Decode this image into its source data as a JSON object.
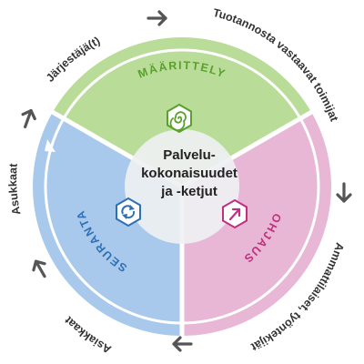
{
  "diagram": {
    "center": {
      "lines": [
        "Palvelu-",
        "kokonaisuudet",
        "ja -ketjut"
      ]
    },
    "segments": {
      "top": {
        "title": "MÄÄRITTELY",
        "color": "#b9dd98",
        "text_color": "#5aa02c",
        "icon": "spiral-icon"
      },
      "right": {
        "title": "OHJAUS",
        "color": "#e8b7d5",
        "text_color": "#c0307e",
        "icon": "arrow-up-right-icon"
      },
      "left": {
        "title": "SEURANTA",
        "color": "#a9c9ec",
        "text_color": "#2f6fb4",
        "icon": "cycle-arrows-icon"
      }
    },
    "outer_labels": {
      "tuotannosta": "Tuotannosta vastaavat toimijat",
      "ammattilaiset": "Ammattilaiset, työntekijät",
      "asiakkaat": "Asiakkaat",
      "asukkaat": "Asukkaat",
      "jarjestaja": "Järjestäjä(t)"
    },
    "colors": {
      "arrow": "#555555",
      "center_fill": "#e9ecef"
    }
  }
}
